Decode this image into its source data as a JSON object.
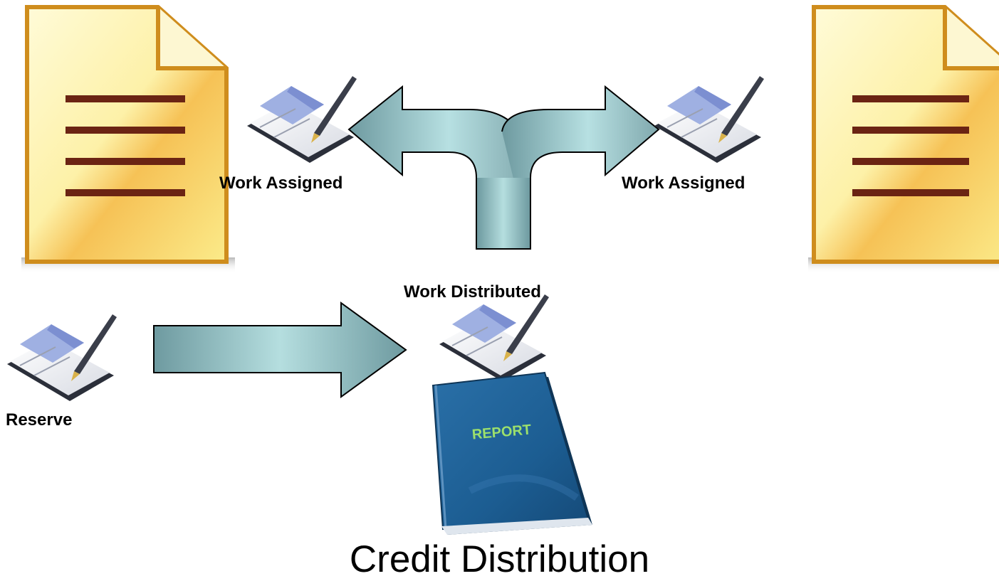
{
  "diagram": {
    "title": "Credit Distribution",
    "labels": {
      "work_assigned_left": "Work Assigned",
      "work_assigned_right": "Work Assigned",
      "work_distributed": "Work Distributed",
      "reserve": "Reserve"
    },
    "report_book_text": "REPORT",
    "icons": {
      "document": "document-icon",
      "check_signing": "check-signing-icon",
      "report_book": "report-book-icon"
    },
    "colors": {
      "arrow_fill_mid": "#b5dedf",
      "arrow_fill_edge": "#6e9aa0",
      "document_fill": "#fbeb8a",
      "document_border": "#cf8d1d",
      "document_lines": "#6b2413",
      "book_blue": "#1c5d92",
      "book_text": "#9ce06c"
    }
  }
}
